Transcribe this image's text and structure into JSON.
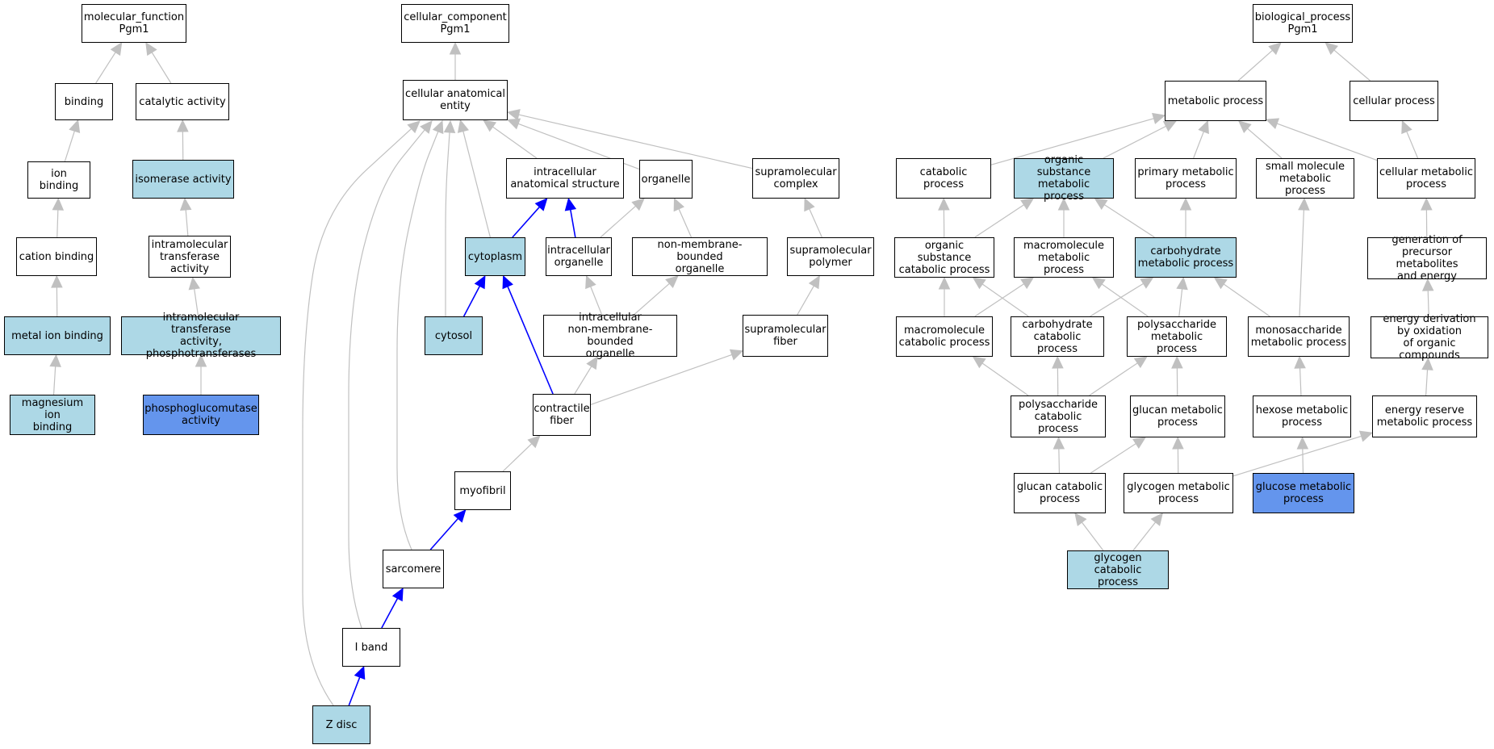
{
  "colors": {
    "default_fill": "#ffffff",
    "highlight_fill": "#add8e6",
    "query_fill": "#6495ed",
    "edge_default": "#c0c0c0",
    "edge_path": "#0000ff"
  },
  "nodes": [
    {
      "id": "mf",
      "label": "molecular_function\nPgm1",
      "fill": "default"
    },
    {
      "id": "binding",
      "label": "binding",
      "fill": "default"
    },
    {
      "id": "catalytic",
      "label": "catalytic activity",
      "fill": "default"
    },
    {
      "id": "ionbind",
      "label": "ion binding",
      "fill": "default"
    },
    {
      "id": "isomerase",
      "label": "isomerase activity",
      "fill": "light"
    },
    {
      "id": "cationbind",
      "label": "cation binding",
      "fill": "default"
    },
    {
      "id": "intratrans",
      "label": "intramolecular\ntransferase\nactivity",
      "fill": "default"
    },
    {
      "id": "metalion",
      "label": "metal ion binding",
      "fill": "light"
    },
    {
      "id": "intraphospho",
      "label": "intramolecular\ntransferase\nactivity, phosphotransferases",
      "fill": "light"
    },
    {
      "id": "mgion",
      "label": "magnesium ion\nbinding",
      "fill": "light"
    },
    {
      "id": "pgm",
      "label": "phosphoglucomutase\nactivity",
      "fill": "dark"
    },
    {
      "id": "cc",
      "label": "cellular_component\nPgm1",
      "fill": "default"
    },
    {
      "id": "cae",
      "label": "cellular anatomical\nentity",
      "fill": "default"
    },
    {
      "id": "ias",
      "label": "intracellular\nanatomical structure",
      "fill": "default"
    },
    {
      "id": "organelle",
      "label": "organelle",
      "fill": "default"
    },
    {
      "id": "smcomplex",
      "label": "supramolecular\ncomplex",
      "fill": "default"
    },
    {
      "id": "cytoplasm",
      "label": "cytoplasm",
      "fill": "light"
    },
    {
      "id": "intraorg",
      "label": "intracellular\norganelle",
      "fill": "default"
    },
    {
      "id": "nmbo",
      "label": "non-membrane-bounded\norganelle",
      "fill": "default"
    },
    {
      "id": "smpolymer",
      "label": "supramolecular\npolymer",
      "fill": "default"
    },
    {
      "id": "cytosol",
      "label": "cytosol",
      "fill": "light"
    },
    {
      "id": "inmbo",
      "label": "intracellular\nnon-membrane-bounded\norganelle",
      "fill": "default"
    },
    {
      "id": "smfiber",
      "label": "supramolecular\nfiber",
      "fill": "default"
    },
    {
      "id": "contractile",
      "label": "contractile\nfiber",
      "fill": "default"
    },
    {
      "id": "myofibril",
      "label": "myofibril",
      "fill": "default"
    },
    {
      "id": "sarcomere",
      "label": "sarcomere",
      "fill": "default"
    },
    {
      "id": "iband",
      "label": "I band",
      "fill": "default"
    },
    {
      "id": "zdisc",
      "label": "Z disc",
      "fill": "light"
    },
    {
      "id": "bp",
      "label": "biological_process\nPgm1",
      "fill": "default"
    },
    {
      "id": "metabolic",
      "label": "metabolic process",
      "fill": "default"
    },
    {
      "id": "cellproc",
      "label": "cellular process",
      "fill": "default"
    },
    {
      "id": "catabolic",
      "label": "catabolic process",
      "fill": "default"
    },
    {
      "id": "osmp",
      "label": "organic substance\nmetabolic process",
      "fill": "light"
    },
    {
      "id": "pmp",
      "label": "primary metabolic\nprocess",
      "fill": "default"
    },
    {
      "id": "smmp",
      "label": "small molecule\nmetabolic process",
      "fill": "default"
    },
    {
      "id": "cmp",
      "label": "cellular metabolic\nprocess",
      "fill": "default"
    },
    {
      "id": "oscp",
      "label": "organic substance\ncatabolic process",
      "fill": "default"
    },
    {
      "id": "mmp",
      "label": "macromolecule\nmetabolic process",
      "fill": "default"
    },
    {
      "id": "chmp",
      "label": "carbohydrate\nmetabolic process",
      "fill": "light"
    },
    {
      "id": "gpme",
      "label": "generation of\nprecursor metabolites\nand energy",
      "fill": "default"
    },
    {
      "id": "mcp",
      "label": "macromolecule\ncatabolic process",
      "fill": "default"
    },
    {
      "id": "chcp",
      "label": "carbohydrate\ncatabolic process",
      "fill": "default"
    },
    {
      "id": "psmp",
      "label": "polysaccharide\nmetabolic process",
      "fill": "default"
    },
    {
      "id": "msmp",
      "label": "monosaccharide\nmetabolic process",
      "fill": "default"
    },
    {
      "id": "edoc",
      "label": "energy derivation\nby oxidation\nof organic compounds",
      "fill": "default"
    },
    {
      "id": "pscp",
      "label": "polysaccharide\ncatabolic process",
      "fill": "default"
    },
    {
      "id": "glmp",
      "label": "glucan metabolic\nprocess",
      "fill": "default"
    },
    {
      "id": "hxmp",
      "label": "hexose metabolic\nprocess",
      "fill": "default"
    },
    {
      "id": "ermp",
      "label": "energy reserve\nmetabolic process",
      "fill": "default"
    },
    {
      "id": "glcp",
      "label": "glucan catabolic\nprocess",
      "fill": "default"
    },
    {
      "id": "gymp",
      "label": "glycogen metabolic\nprocess",
      "fill": "default"
    },
    {
      "id": "gcmp",
      "label": "glucose metabolic\nprocess",
      "fill": "dark"
    },
    {
      "id": "gycp",
      "label": "glycogen catabolic\nprocess",
      "fill": "light"
    }
  ],
  "edges": [
    {
      "from": "binding",
      "to": "mf",
      "path": false
    },
    {
      "from": "catalytic",
      "to": "mf",
      "path": false
    },
    {
      "from": "ionbind",
      "to": "binding",
      "path": false
    },
    {
      "from": "isomerase",
      "to": "catalytic",
      "path": false
    },
    {
      "from": "cationbind",
      "to": "ionbind",
      "path": false
    },
    {
      "from": "intratrans",
      "to": "isomerase",
      "path": false
    },
    {
      "from": "metalion",
      "to": "cationbind",
      "path": false
    },
    {
      "from": "intraphospho",
      "to": "intratrans",
      "path": false
    },
    {
      "from": "mgion",
      "to": "metalion",
      "path": false
    },
    {
      "from": "pgm",
      "to": "intraphospho",
      "path": false
    },
    {
      "from": "cae",
      "to": "cc",
      "path": false
    },
    {
      "from": "ias",
      "to": "cae",
      "path": false
    },
    {
      "from": "organelle",
      "to": "cae",
      "path": false
    },
    {
      "from": "smcomplex",
      "to": "cae",
      "path": false
    },
    {
      "from": "cytoplasm",
      "to": "cae",
      "path": false
    },
    {
      "from": "cytosol",
      "to": "cae",
      "path": false
    },
    {
      "from": "sarcomere",
      "to": "cae",
      "path": false
    },
    {
      "from": "iband",
      "to": "cae",
      "path": false
    },
    {
      "from": "zdisc",
      "to": "cae",
      "path": false
    },
    {
      "from": "cytoplasm",
      "to": "ias",
      "path": true
    },
    {
      "from": "intraorg",
      "to": "ias",
      "path": true
    },
    {
      "from": "intraorg",
      "to": "organelle",
      "path": false
    },
    {
      "from": "nmbo",
      "to": "organelle",
      "path": false
    },
    {
      "from": "smpolymer",
      "to": "smcomplex",
      "path": false
    },
    {
      "from": "cytosol",
      "to": "cytoplasm",
      "path": true
    },
    {
      "from": "contractile",
      "to": "cytoplasm",
      "path": true
    },
    {
      "from": "inmbo",
      "to": "intraorg",
      "path": false
    },
    {
      "from": "inmbo",
      "to": "nmbo",
      "path": false
    },
    {
      "from": "smfiber",
      "to": "smpolymer",
      "path": false
    },
    {
      "from": "contractile",
      "to": "inmbo",
      "path": false
    },
    {
      "from": "contractile",
      "to": "smfiber",
      "path": false
    },
    {
      "from": "myofibril",
      "to": "contractile",
      "path": false
    },
    {
      "from": "sarcomere",
      "to": "myofibril",
      "path": true
    },
    {
      "from": "iband",
      "to": "sarcomere",
      "path": true
    },
    {
      "from": "zdisc",
      "to": "iband",
      "path": true
    },
    {
      "from": "metabolic",
      "to": "bp",
      "path": false
    },
    {
      "from": "cellproc",
      "to": "bp",
      "path": false
    },
    {
      "from": "catabolic",
      "to": "metabolic",
      "path": false
    },
    {
      "from": "osmp",
      "to": "metabolic",
      "path": false
    },
    {
      "from": "pmp",
      "to": "metabolic",
      "path": false
    },
    {
      "from": "smmp",
      "to": "metabolic",
      "path": false
    },
    {
      "from": "cmp",
      "to": "metabolic",
      "path": false
    },
    {
      "from": "cmp",
      "to": "cellproc",
      "path": false
    },
    {
      "from": "oscp",
      "to": "catabolic",
      "path": false
    },
    {
      "from": "oscp",
      "to": "osmp",
      "path": false
    },
    {
      "from": "mmp",
      "to": "osmp",
      "path": false
    },
    {
      "from": "chmp",
      "to": "osmp",
      "path": false
    },
    {
      "from": "chmp",
      "to": "pmp",
      "path": false
    },
    {
      "from": "msmp",
      "to": "smmp",
      "path": false
    },
    {
      "from": "gpme",
      "to": "cmp",
      "path": false
    },
    {
      "from": "mcp",
      "to": "oscp",
      "path": false
    },
    {
      "from": "mcp",
      "to": "mmp",
      "path": false
    },
    {
      "from": "chcp",
      "to": "oscp",
      "path": false
    },
    {
      "from": "chcp",
      "to": "chmp",
      "path": false
    },
    {
      "from": "psmp",
      "to": "mmp",
      "path": false
    },
    {
      "from": "psmp",
      "to": "chmp",
      "path": false
    },
    {
      "from": "msmp",
      "to": "chmp",
      "path": false
    },
    {
      "from": "edoc",
      "to": "gpme",
      "path": false
    },
    {
      "from": "pscp",
      "to": "mcp",
      "path": false
    },
    {
      "from": "pscp",
      "to": "chcp",
      "path": false
    },
    {
      "from": "pscp",
      "to": "psmp",
      "path": false
    },
    {
      "from": "glmp",
      "to": "psmp",
      "path": false
    },
    {
      "from": "hxmp",
      "to": "msmp",
      "path": false
    },
    {
      "from": "ermp",
      "to": "edoc",
      "path": false
    },
    {
      "from": "glcp",
      "to": "pscp",
      "path": false
    },
    {
      "from": "glcp",
      "to": "glmp",
      "path": false
    },
    {
      "from": "gymp",
      "to": "glmp",
      "path": false
    },
    {
      "from": "gymp",
      "to": "ermp",
      "path": false
    },
    {
      "from": "gcmp",
      "to": "hxmp",
      "path": false
    },
    {
      "from": "gycp",
      "to": "glcp",
      "path": false
    },
    {
      "from": "gycp",
      "to": "gymp",
      "path": false
    }
  ]
}
